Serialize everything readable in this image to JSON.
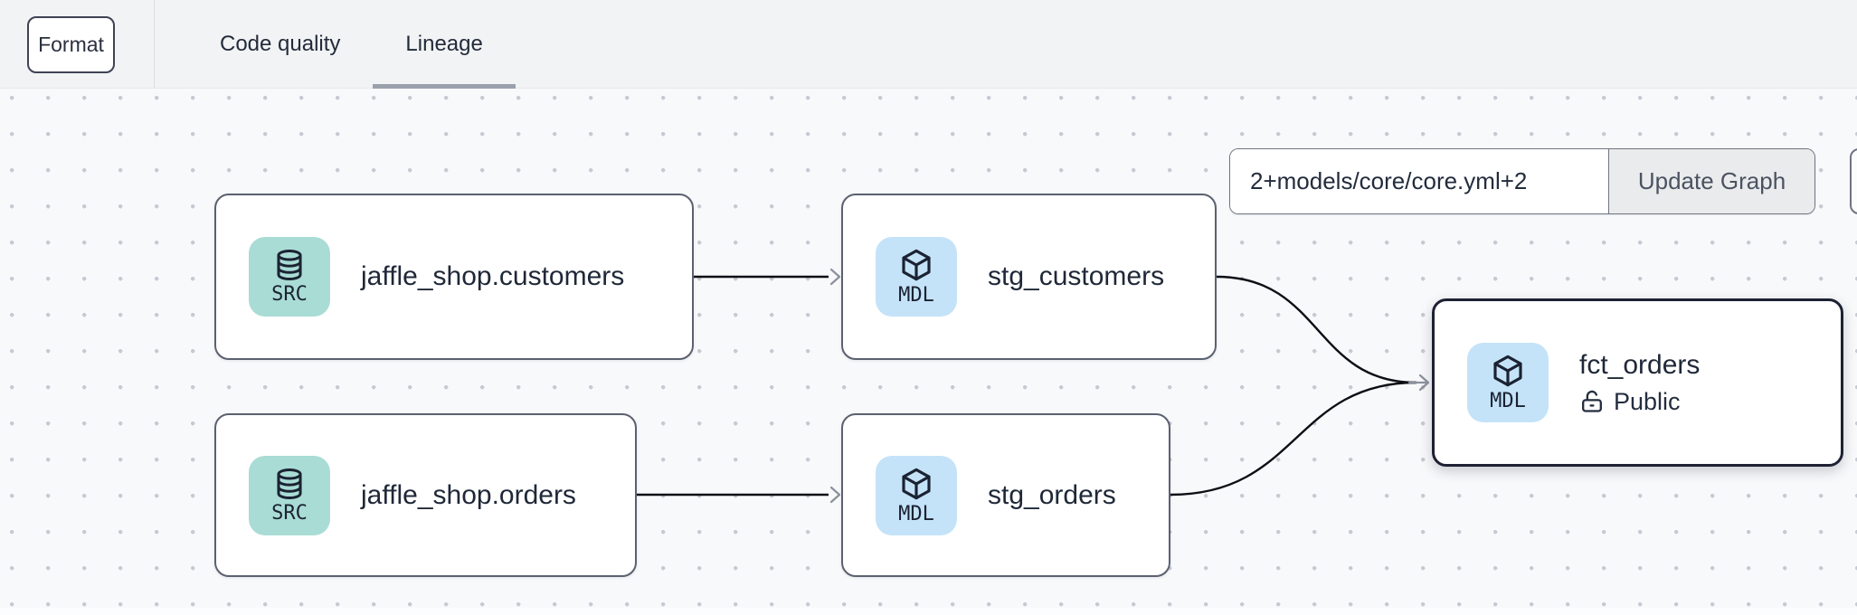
{
  "toolbar": {
    "format_label": "Format"
  },
  "tabs": [
    {
      "label": "Code quality",
      "active": false
    },
    {
      "label": "Lineage",
      "active": true
    }
  ],
  "controls": {
    "selector_value": "2+models/core/core.yml+2",
    "update_button_label": "Update Graph"
  },
  "graph": {
    "nodes": [
      {
        "id": "source-jaffle-shop-customers",
        "type": "SRC",
        "label": "jaffle_shop.customers"
      },
      {
        "id": "model-stg-customers",
        "type": "MDL",
        "label": "stg_customers"
      },
      {
        "id": "source-jaffle-shop-orders",
        "type": "SRC",
        "label": "jaffle_shop.orders"
      },
      {
        "id": "model-stg-orders",
        "type": "MDL",
        "label": "stg_orders"
      },
      {
        "id": "model-fct-orders",
        "type": "MDL",
        "label": "fct_orders",
        "access": "Public",
        "selected": true
      }
    ],
    "edges": [
      {
        "from": "jaffle_shop.customers",
        "to": "stg_customers"
      },
      {
        "from": "jaffle_shop.orders",
        "to": "stg_orders"
      },
      {
        "from": "stg_customers",
        "to": "fct_orders"
      },
      {
        "from": "stg_orders",
        "to": "fct_orders"
      }
    ]
  },
  "colors": {
    "source_badge_bg": "#a9dcd5",
    "model_badge_bg": "#c4e3f8",
    "node_border": "#5b6170",
    "selected_node_border": "#1d2133",
    "active_tab_underline": "#9aa1ac",
    "edge": "#0c0f15",
    "arrowhead": "#8b919c"
  }
}
